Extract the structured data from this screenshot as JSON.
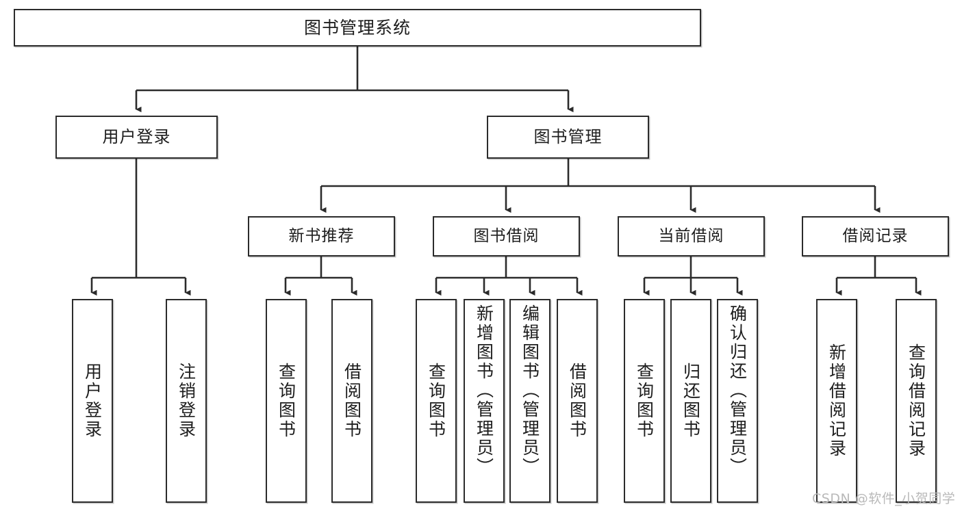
{
  "diagram": {
    "title": "图书管理系统",
    "type": "tree-hierarchy",
    "watermark": "CSDN @软件_小贺同学",
    "colors": {
      "box_border": "#2b2b2b",
      "box_fill": "#ffffff",
      "connector": "#2b2b2b",
      "text": "#1d1d1d",
      "watermark": "#b9b9b9"
    },
    "nodes": {
      "root": {
        "label": "图书管理系统"
      },
      "level1": [
        {
          "label": "用户登录"
        },
        {
          "label": "图书管理"
        }
      ],
      "level2": [
        {
          "label": "新书推荐"
        },
        {
          "label": "图书借阅"
        },
        {
          "label": "当前借阅"
        },
        {
          "label": "借阅记录"
        }
      ],
      "leaves": {
        "user_login": [
          {
            "label": "用户登录"
          },
          {
            "label": "注销登录"
          }
        ],
        "new_book_recommend": [
          {
            "label": "查询图书"
          },
          {
            "label": "借阅图书"
          }
        ],
        "book_borrow": [
          {
            "label": "查询图书"
          },
          {
            "label": "新增图书（管理员）"
          },
          {
            "label": "编辑图书（管理员）"
          },
          {
            "label": "借阅图书"
          }
        ],
        "current_borrow": [
          {
            "label": "查询图书"
          },
          {
            "label": "归还图书"
          },
          {
            "label": "确认归还（管理员）"
          }
        ],
        "borrow_record": [
          {
            "label": "新增借阅记录"
          },
          {
            "label": "查询借阅记录"
          }
        ]
      }
    }
  }
}
